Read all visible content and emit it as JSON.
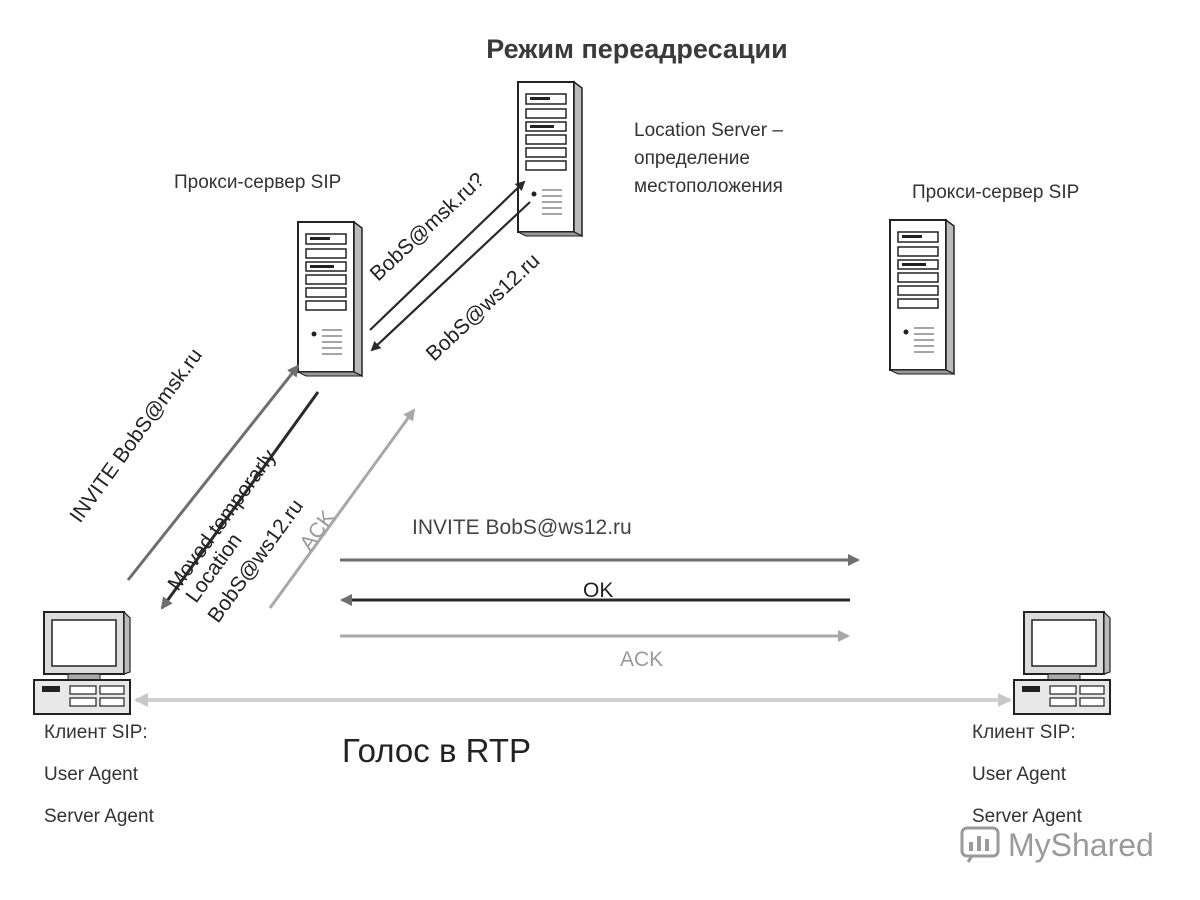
{
  "title": "Режим переадресации",
  "nodes": {
    "proxy_left": "Прокси-сервер SIP",
    "proxy_right": "Прокси-сервер SIP",
    "location_server": [
      "Location Server –",
      "определение",
      "местоположения"
    ],
    "client_left": [
      "Клиент SIP:",
      "User Agent",
      "Server Agent"
    ],
    "client_right": [
      "Клиент SIP:",
      "User Agent",
      "Server Agent"
    ]
  },
  "messages": {
    "query": "BobS@msk.ru?",
    "reply": "BobS@ws12.ru",
    "invite_proxy": "INVITE BobS@msk.ru",
    "moved": [
      "Moved temporarly",
      "Location",
      "BobS@ws12.ru"
    ],
    "ack_proxy": "ACK",
    "invite_direct": "INVITE BobS@ws12.ru",
    "ok": "OK",
    "ack_direct": "ACK",
    "voice": "Голос в RTP"
  },
  "watermark": "MyShared",
  "colors": {
    "arrow_dark": "#2a2a2a",
    "arrow_mid": "#6e6e6e",
    "arrow_light": "#a8a8a8",
    "arrow_voice": "#cfcfcf",
    "text": "#333333"
  }
}
